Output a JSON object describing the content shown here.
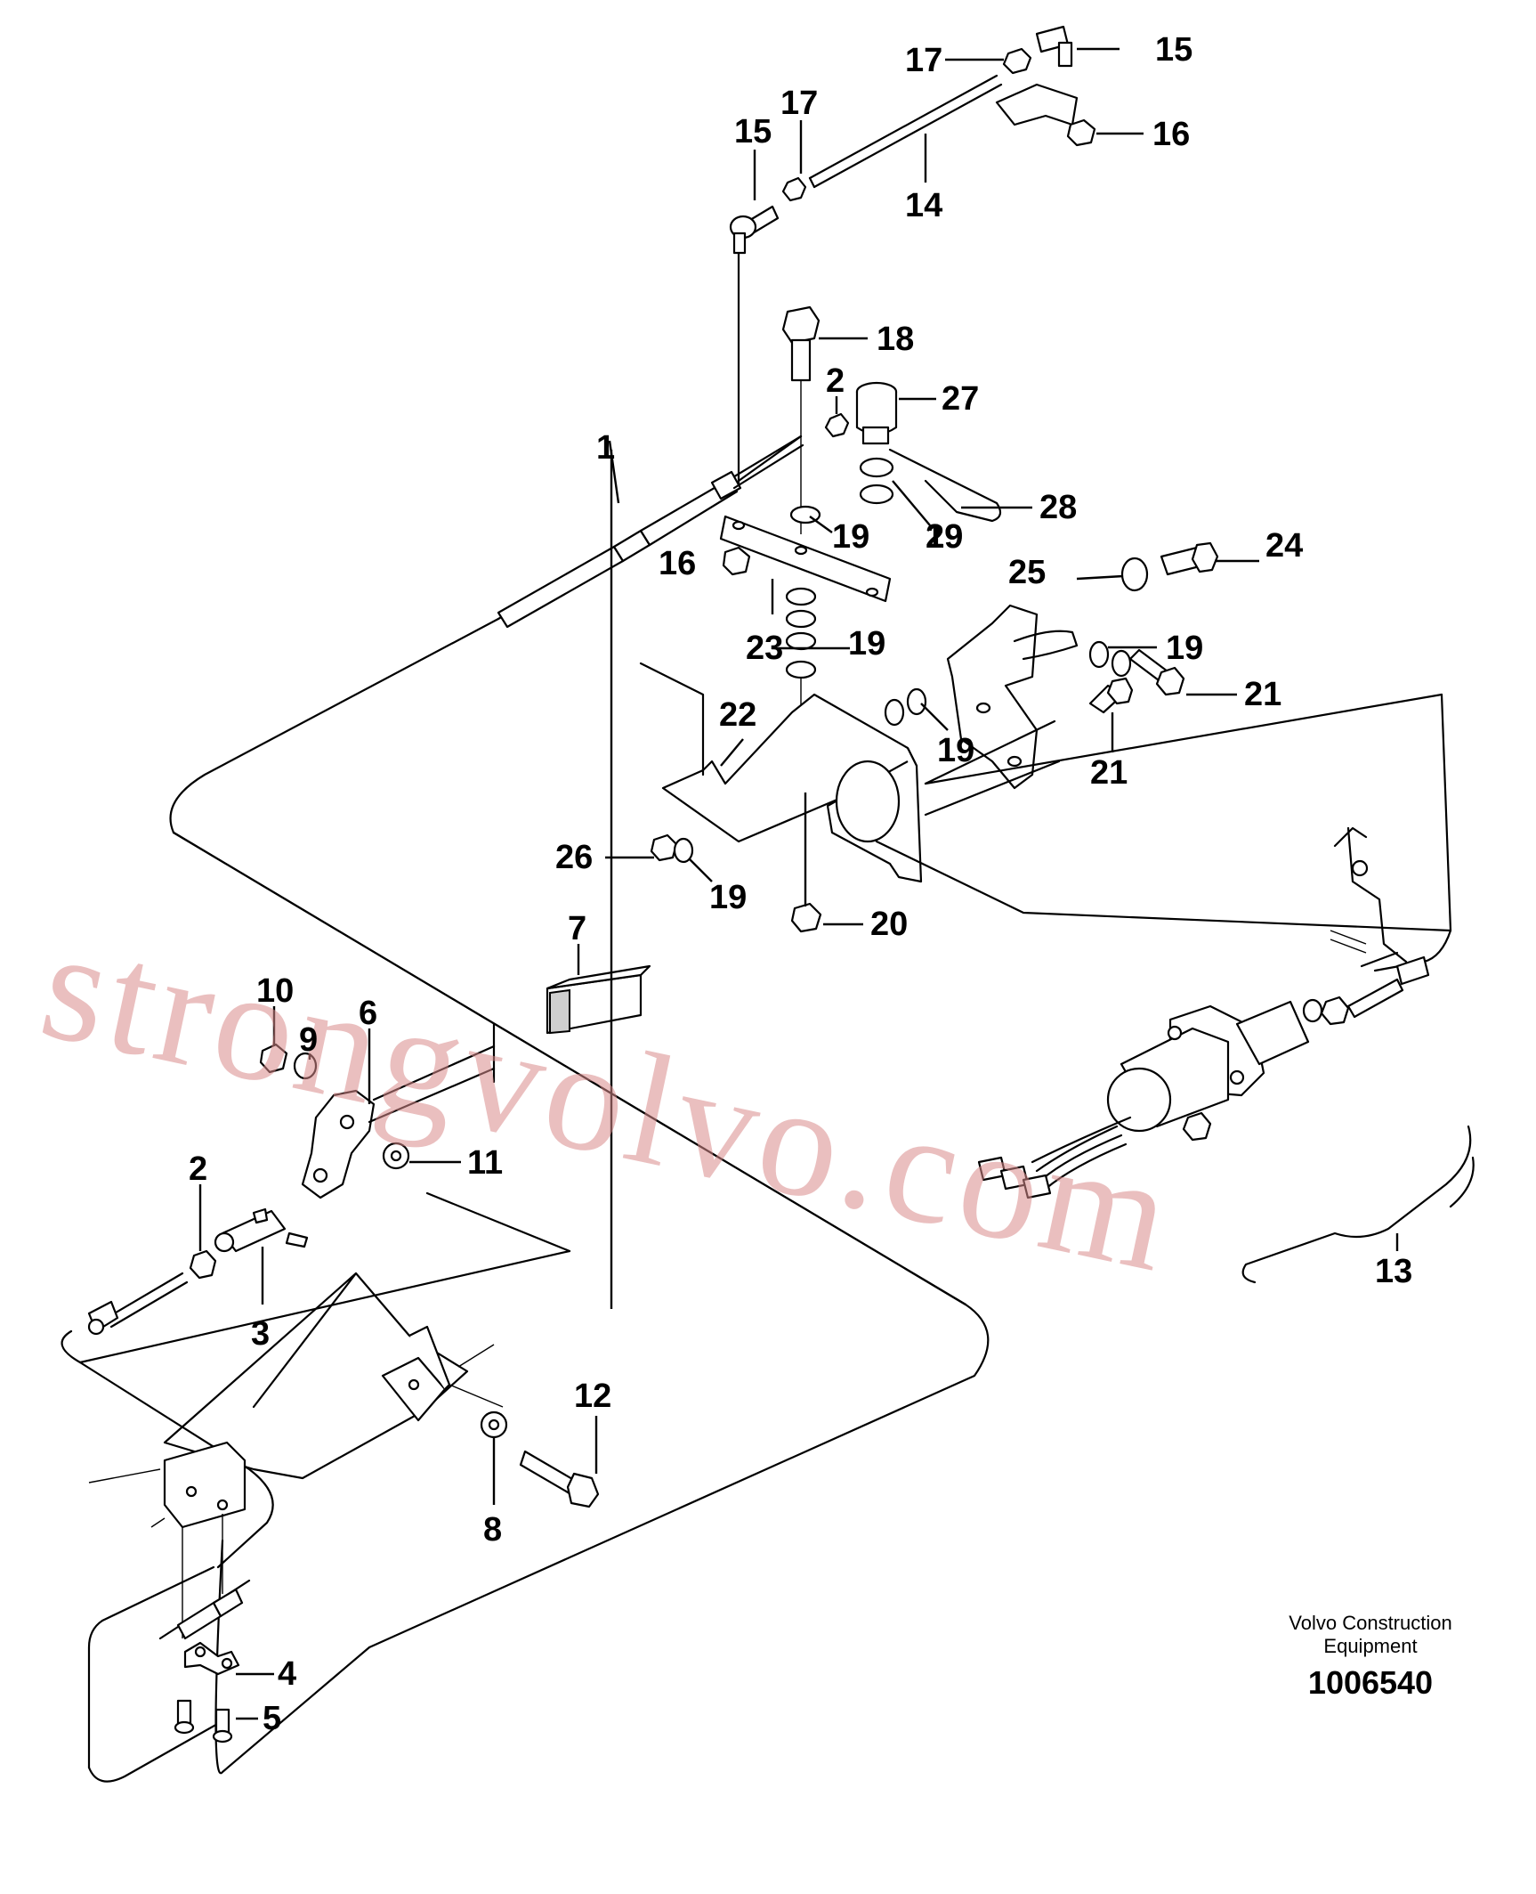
{
  "labels": [
    "1",
    "2",
    "2",
    "3",
    "4",
    "5",
    "6",
    "7",
    "8",
    "9",
    "10",
    "11",
    "12",
    "13",
    "14",
    "15",
    "15",
    "16",
    "16",
    "17",
    "17",
    "18",
    "19",
    "19",
    "19",
    "19",
    "19",
    "19",
    "20",
    "21",
    "21",
    "22",
    "23",
    "24",
    "25",
    "26",
    "27",
    "28",
    "29"
  ],
  "watermark": "strongvolvo.com",
  "footer": {
    "brand_line1": "Volvo Construction",
    "brand_line2": "Equipment",
    "drawing_number": "1006540"
  }
}
